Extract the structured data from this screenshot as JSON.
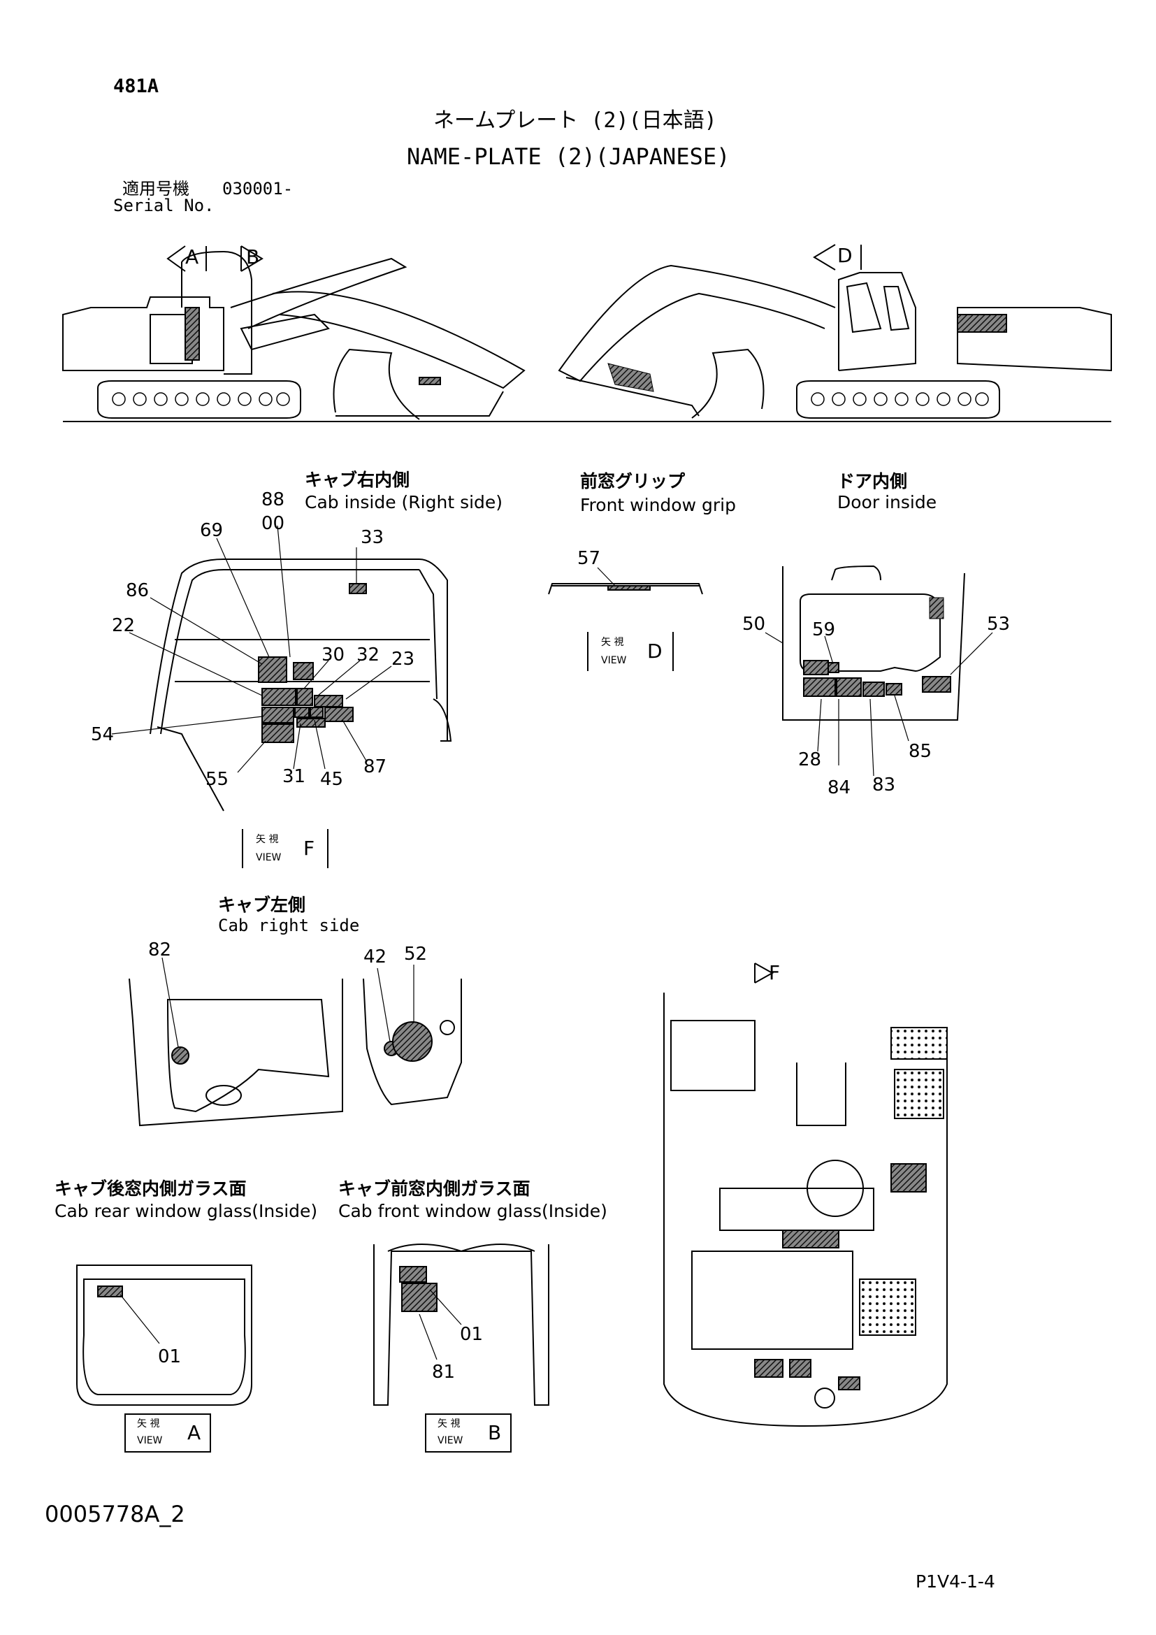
{
  "page_id": "481A",
  "title_jp": "ネームプレート (2)(日本語)",
  "title_en": "NAME-PLATE (2)(JAPANESE)",
  "serial": {
    "label_jp": "適用号機",
    "value": "030001-",
    "label_en": "Serial No."
  },
  "views": {
    "a": "A",
    "b": "B",
    "d": "D",
    "f": "F"
  },
  "view_label_jp": "矢 視",
  "view_label_en": "VIEW",
  "sections": {
    "cab_right_inside": {
      "jp": "キャブ右内側",
      "en": "Cab inside (Right side)"
    },
    "front_window_grip": {
      "jp": "前窓グリップ",
      "en": "Front window grip"
    },
    "door_inside": {
      "jp": "ドア内側",
      "en": "Door inside"
    },
    "cab_left": {
      "jp": "キャブ左側",
      "en": "Cab right side"
    },
    "cab_rear_glass": {
      "jp": "キャブ後窓内側ガラス面",
      "en": "Cab rear window glass(Inside)"
    },
    "cab_front_glass": {
      "jp": "キャブ前窓内側ガラス面",
      "en": "Cab front window glass(Inside)"
    }
  },
  "callouts": {
    "cab_right": [
      "88",
      "00",
      "69",
      "33",
      "86",
      "22",
      "30",
      "32",
      "23",
      "54",
      "55",
      "31",
      "45",
      "87"
    ],
    "grip": [
      "57"
    ],
    "door": [
      "50",
      "59",
      "53",
      "28",
      "84",
      "83",
      "85"
    ],
    "left": [
      "82",
      "42",
      "52"
    ],
    "rear": [
      "01"
    ],
    "front": [
      "01",
      "81"
    ]
  },
  "doc_number": "0005778A_2",
  "page_number": "P1V4-1-4"
}
